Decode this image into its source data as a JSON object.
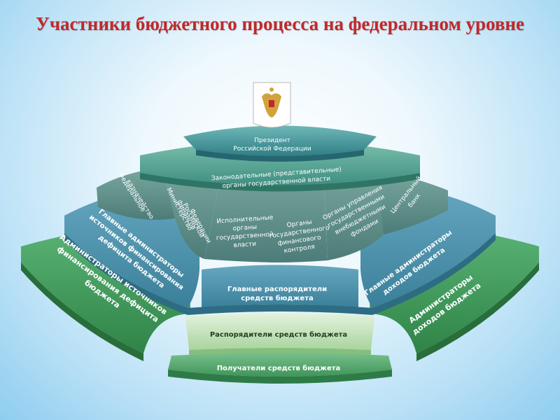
{
  "title": "Участники бюджетного процесса на федеральном уровне",
  "colors": {
    "title": "#c0282a",
    "tier_top": "#3c8c90",
    "tier_legislative": "#4f9e92",
    "tier_executive": "#5f8c86",
    "tier_main_admin": "#4a8fa8",
    "tier_outer": "#3f9a5a",
    "tier_outer_light": "#bfe0b8"
  },
  "emblem": {
    "icon": "russian-coat-of-arms-icon"
  },
  "tiers": {
    "president": {
      "line1": "Президент",
      "line2": "Российской Федерации"
    },
    "legislative": {
      "line1": "Законодательные (представительные)",
      "line2": "органы государственной власти"
    },
    "federal_treasury": {
      "line1": "Федеральное",
      "line2": "казначейство"
    },
    "ministry_of_finance": {
      "line1": "Министерство",
      "line2": "финансов",
      "line3": "Российской",
      "line4": "Федерации"
    },
    "executive_bodies": {
      "line1": "Исполнительные",
      "line2": "органы",
      "line3": "государственной",
      "line4": "власти"
    },
    "financial_control": {
      "line1": "Органы",
      "line2": "государственного",
      "line3": "финансового",
      "line4": "контроля"
    },
    "extrabudgetary_funds": {
      "line1": "Органы управления",
      "line2": "государственными",
      "line3": "внебюджетными",
      "line4": "фондами"
    },
    "central_bank": {
      "line1": "Центральный",
      "line2": "банк"
    },
    "main_admin_sources": {
      "line1": "Главные администраторы",
      "line2": "источников финансирования",
      "line3": "дефицита бюджета"
    },
    "main_distributors": {
      "line1": "Главные распорядители",
      "line2": "средств бюджета"
    },
    "main_admin_revenues": {
      "line1": "Главные администраторы",
      "line2": "доходов бюджета"
    },
    "admin_sources": {
      "line1": "Администраторы источников",
      "line2": "финансирования дефицита",
      "line3": "бюджета"
    },
    "distributors": {
      "line1": "Распорядители средств бюджета"
    },
    "recipients": {
      "line1": "Получатели средств бюджета"
    },
    "admin_revenues": {
      "line1": "Администраторы",
      "line2": "доходов бюджета"
    }
  }
}
